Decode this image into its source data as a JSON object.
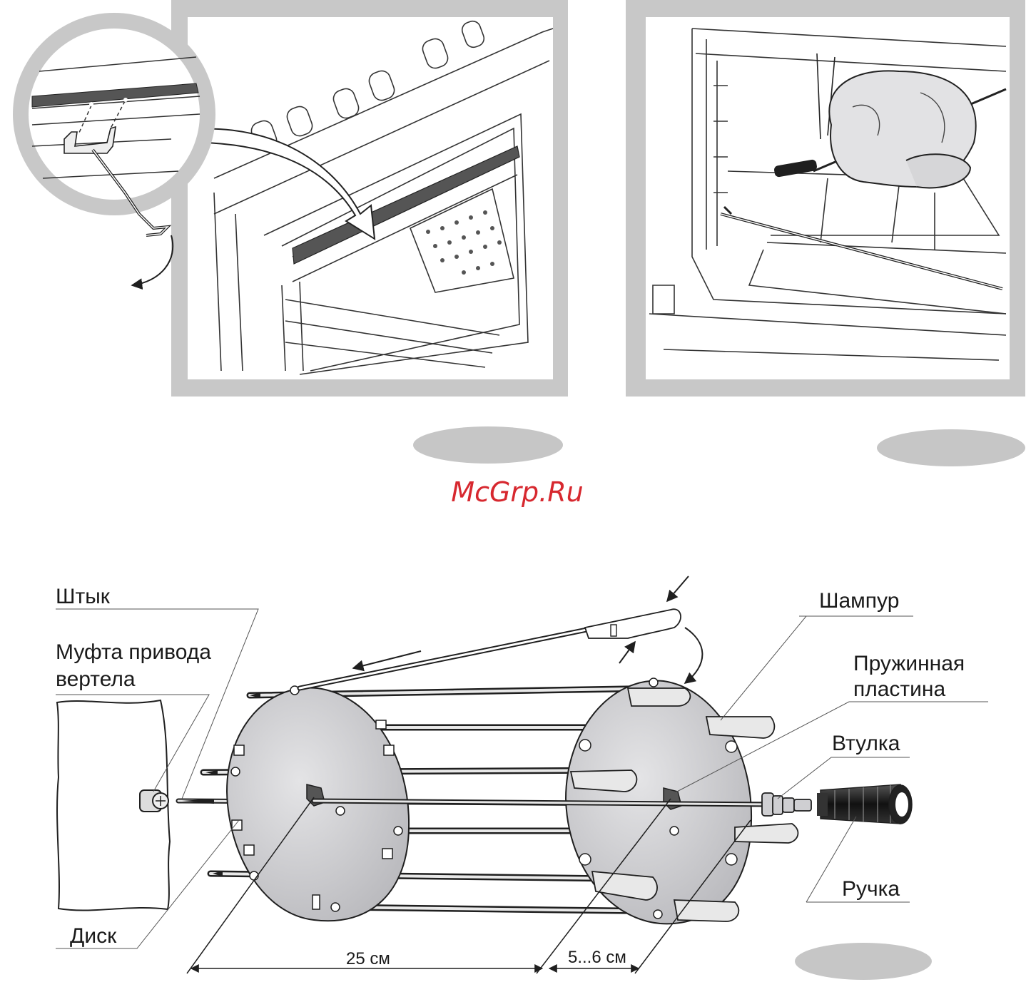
{
  "watermark": "McGrp.Ru",
  "labels": {
    "shtyk": "Штык",
    "mufta_line1": "Муфта привода",
    "mufta_line2": "вертела",
    "disk": "Диск",
    "shampur": "Шампур",
    "plate_line1": "Пружинная",
    "plate_line2": "пластина",
    "vtulka": "Втулка",
    "ruchka": "Ручка"
  },
  "dimensions": {
    "length": "25 см",
    "gap": "5...6 см"
  },
  "colors": {
    "panel_frame": "#c8c8c8",
    "disk_fill": "#cfcfd2",
    "ellipse": "#c6c6c6",
    "line": "#1f1f1f",
    "watermark": "#d7282f"
  }
}
